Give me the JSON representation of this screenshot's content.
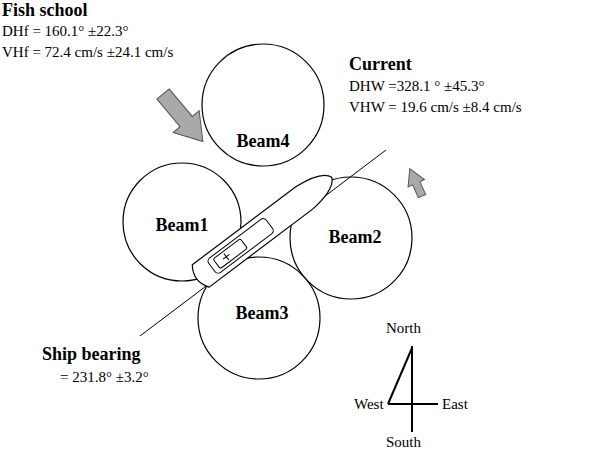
{
  "diagram": {
    "nodes": [
      {
        "text": [
          "Beam4"
        ]
      },
      {
        "text": [
          "Beam1"
        ]
      },
      {
        "text": [
          "Beam2"
        ]
      },
      {
        "text": [
          "Beam3"
        ]
      }
    ],
    "labels": [
      "Fish school",
      "DHf = 160.1° ±22.3°",
      "VHf = 72.4 cm/s ±24.1 cm/s",
      "Current",
      "DHW =328.1 ° ±45.3°",
      "VHW = 19.6 cm/s ±8.4 cm/s",
      "Ship bearing",
      "= 231.8° ±3.2°",
      "North",
      "West",
      "East",
      "South"
    ]
  }
}
